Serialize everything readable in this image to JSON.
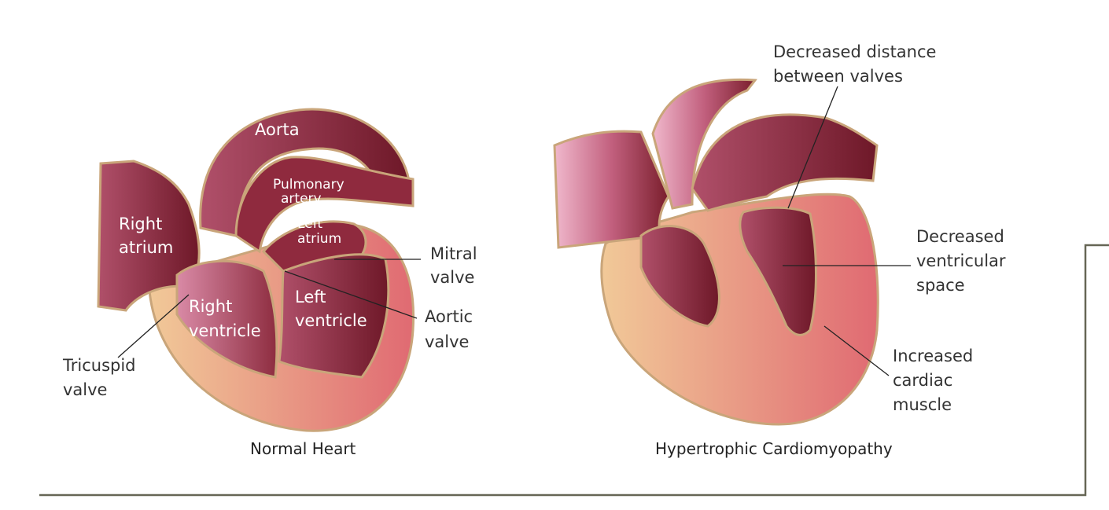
{
  "normal_heart": {
    "caption": "Normal Heart",
    "aorta": "Aorta",
    "pulmonary_artery": [
      "Pulmonary",
      "artery"
    ],
    "right_atrium": [
      "Right",
      "atrium"
    ],
    "left_atrium": [
      "Left",
      "atrium"
    ],
    "right_ventricle": [
      "Right",
      "ventricle"
    ],
    "left_ventricle": [
      "Left",
      "ventricle"
    ],
    "mitral_valve": [
      "Mitral",
      "valve"
    ],
    "aortic_valve": [
      "Aortic",
      "valve"
    ],
    "tricuspid_valve": [
      "Tricuspid",
      "valve"
    ]
  },
  "hcm_heart": {
    "caption": "Hypertrophic Cardiomyopathy",
    "decreased_distance": [
      "Decreased distance",
      "between valves"
    ],
    "decreased_space": [
      "Decreased",
      "ventricular",
      "space"
    ],
    "increased_muscle": [
      "Increased",
      "cardiac",
      "muscle"
    ]
  },
  "colors": {
    "dark_chamber": "#7a1e2c",
    "mid_chamber": "#a23a4f",
    "light_vessel": "#d98aa6",
    "muscle": "#e07c7c",
    "outline": "#c9a57a",
    "frame_line": "#666655"
  }
}
